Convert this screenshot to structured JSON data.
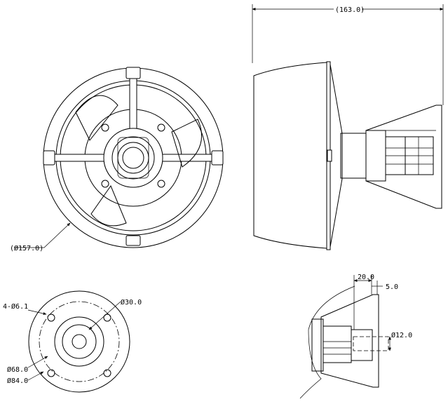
{
  "dimensions": {
    "overall_length": "(163.0)",
    "outer_diameter": "(Ø157.0)",
    "mount_holes": "4-Ø6.1",
    "hub_diameter": "Ø30.0",
    "bolt_circle": "Ø68.0",
    "flange_diameter": "Ø84.0",
    "shaft_length": "20.0",
    "shaft_step": "5.0",
    "shaft_diameter": "Ø12.0"
  }
}
